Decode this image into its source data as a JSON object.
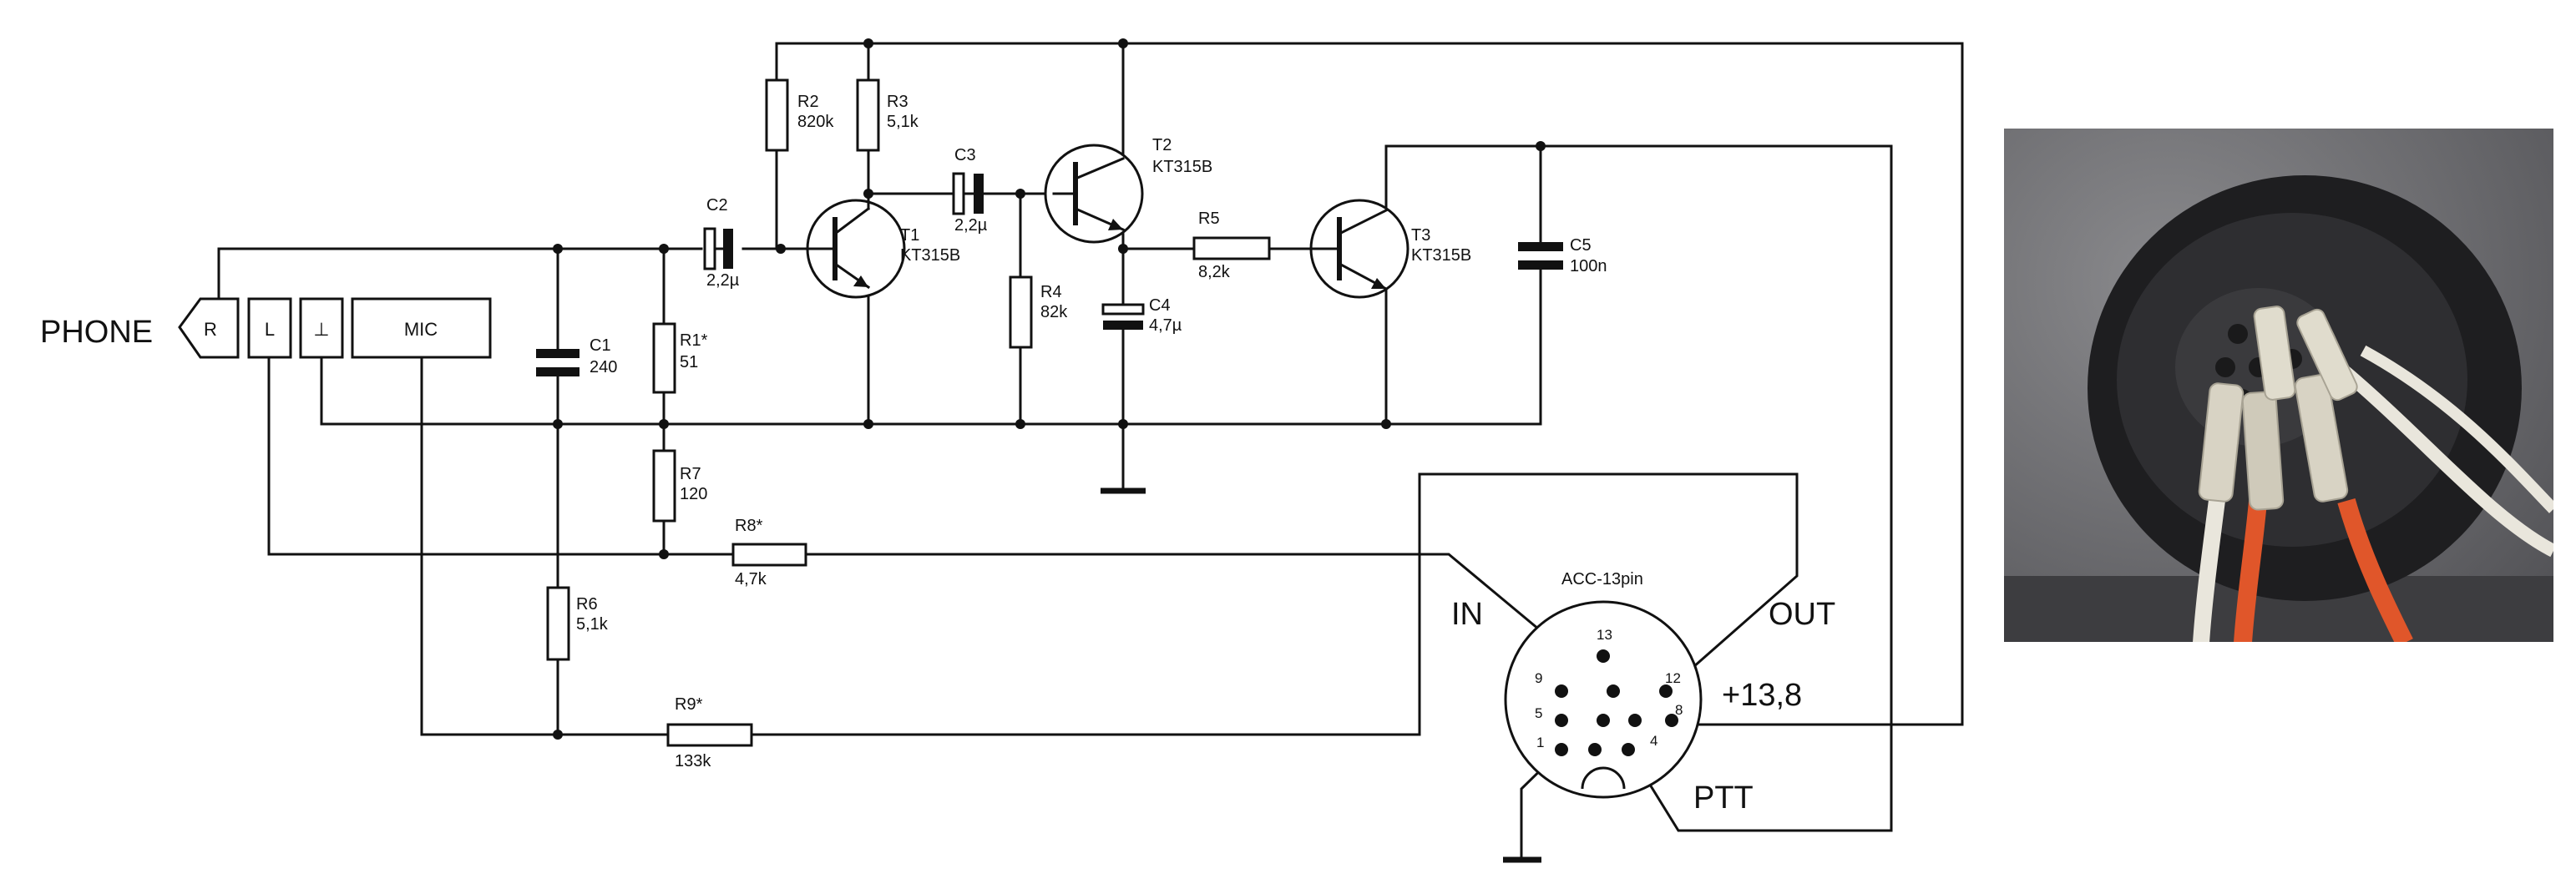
{
  "labels": {
    "phone": "PHONE",
    "in": "IN",
    "out": "OUT",
    "ptt": "PTT",
    "supply": "+13,8",
    "connector": "ACC-13pin"
  },
  "plug": {
    "r": "R",
    "l": "L",
    "gnd": "⊥",
    "mic": "MIC"
  },
  "components": {
    "r2": {
      "ref": "R2",
      "value": "820k"
    },
    "r3": {
      "ref": "R3",
      "value": "5,1k"
    },
    "c2": {
      "ref": "C2",
      "value": "2,2µ"
    },
    "t1": {
      "ref": "T1",
      "value": "KT315B"
    },
    "c3": {
      "ref": "C3",
      "value": "2,2µ"
    },
    "t2": {
      "ref": "T2",
      "value": "KT315B"
    },
    "r4": {
      "ref": "R4",
      "value": "82k"
    },
    "c4": {
      "ref": "C4",
      "value": "4,7µ"
    },
    "r5": {
      "ref": "R5",
      "value": "8,2k"
    },
    "t3": {
      "ref": "T3",
      "value": "KT315B"
    },
    "c5": {
      "ref": "C5",
      "value": "100n"
    },
    "c1": {
      "ref": "C1",
      "value": "240"
    },
    "r1": {
      "ref": "R1*",
      "value": "51"
    },
    "r7": {
      "ref": "R7",
      "value": "120"
    },
    "r8": {
      "ref": "R8*",
      "value": "4,7k"
    },
    "r6": {
      "ref": "R6",
      "value": "5,1k"
    },
    "r9": {
      "ref": "R9*",
      "value": "133k"
    }
  },
  "pins": {
    "p13": "13",
    "p9": "9",
    "p12": "12",
    "p5": "5",
    "p8": "8",
    "p1": "1",
    "p4": "4"
  },
  "photo": {
    "colors": {
      "panel": "#6f6f72",
      "socket": "#2a2a2c",
      "plug_sleeve": "#d8d3c4",
      "wire_orange": "#e0562a",
      "wire_white": "#e9e6dc"
    }
  }
}
